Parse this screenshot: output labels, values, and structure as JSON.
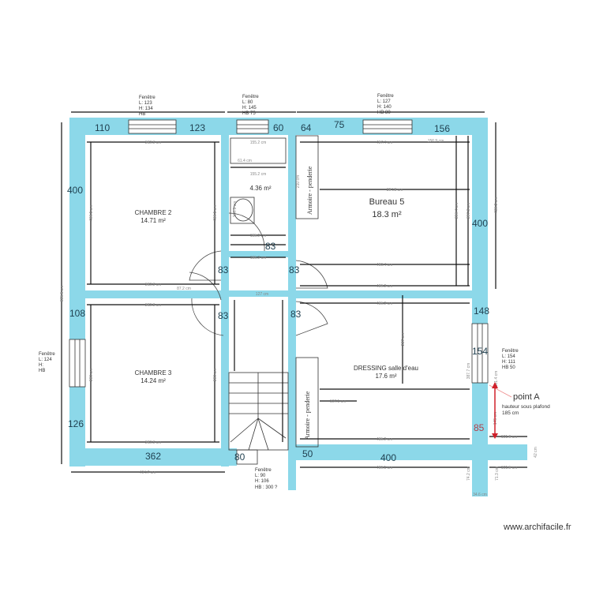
{
  "colors": {
    "wall": "#8cd8e9",
    "annotation_red": "#d0202a",
    "wall_number_red": "#b3404a"
  },
  "windows": [
    {
      "title": "Fenêtre",
      "l": "L: 123",
      "h": "H: 134",
      "hb": "HB"
    },
    {
      "title": "Fenêtre",
      "l": "L: 80",
      "h": "H: 145",
      "hb": "HB 75"
    },
    {
      "title": "Fenêtre",
      "l": "L: 127",
      "h": "H: 140",
      "hb": "HB 80"
    },
    {
      "title": "Fenêtre",
      "l": "L: 124",
      "h": "H:",
      "hb": "HB"
    },
    {
      "title": "Fenêtre",
      "l": "L: 154",
      "h": "H: 111",
      "hb": "HB 50"
    },
    {
      "title": "Fenêtre",
      "l": "L: 90",
      "h": "H: 106",
      "hb": "HB : 300 ?"
    }
  ],
  "rooms": {
    "chambre2": {
      "name": "CHAMBRE 2",
      "area": "14.71 m²"
    },
    "bathroom": {
      "area": "4.36 m²"
    },
    "bureau": {
      "name": "Bureau  5",
      "area": "18.3 m²"
    },
    "dressing": {
      "name": "DRESSING salle d'eau",
      "area": "17.6 m²"
    },
    "chambre3": {
      "name": "CHAMBRE 3",
      "area": "14.24 m²"
    }
  },
  "furniture": {
    "armoire1": "Armoire - penderie",
    "armoire2": "Armoire - penderie"
  },
  "wall_numbers": [
    "110",
    "123",
    "60",
    "64",
    "75",
    "156",
    "400",
    "400",
    "108",
    "126",
    "362",
    "80",
    "400",
    "148",
    "154",
    "85",
    "83",
    "83",
    "83",
    "83",
    "83",
    "50"
  ],
  "dimensions": [
    "362.3 cm",
    "362.3 cm",
    "362.3 cm",
    "362.3 cm",
    "486.1 cm",
    "486.1 cm",
    "380 cm",
    "380 cm",
    "155.2 cm",
    "155.2 cm",
    "155.2 cm",
    "155.2 cm",
    "457.4 cm",
    "156.9 cm",
    "394.8 cm",
    "386.4 cm",
    "397.3 cm",
    "438.2 cm",
    "460.4 cm",
    "469.2 cm",
    "455.2 cm",
    "455.2 cm",
    "469.1 cm",
    "107.1 cm",
    "404.7 cm",
    "885.5 cm",
    "127 cm",
    "87.2 cm",
    "101.6 cm",
    "101.5 cm",
    "237 cm",
    "34.6 cm",
    "74.2 cm",
    "71.3 cm",
    "145 cm",
    "387.7 cm",
    "301.4 cm",
    "42 cm",
    "61.4 cm",
    "280.9 cm",
    "210 cm"
  ],
  "annotation": {
    "label": "point A",
    "note_line1": "hauteur sous plafond",
    "note_line2": "185 cm"
  },
  "credit": "www.archifacile.fr"
}
